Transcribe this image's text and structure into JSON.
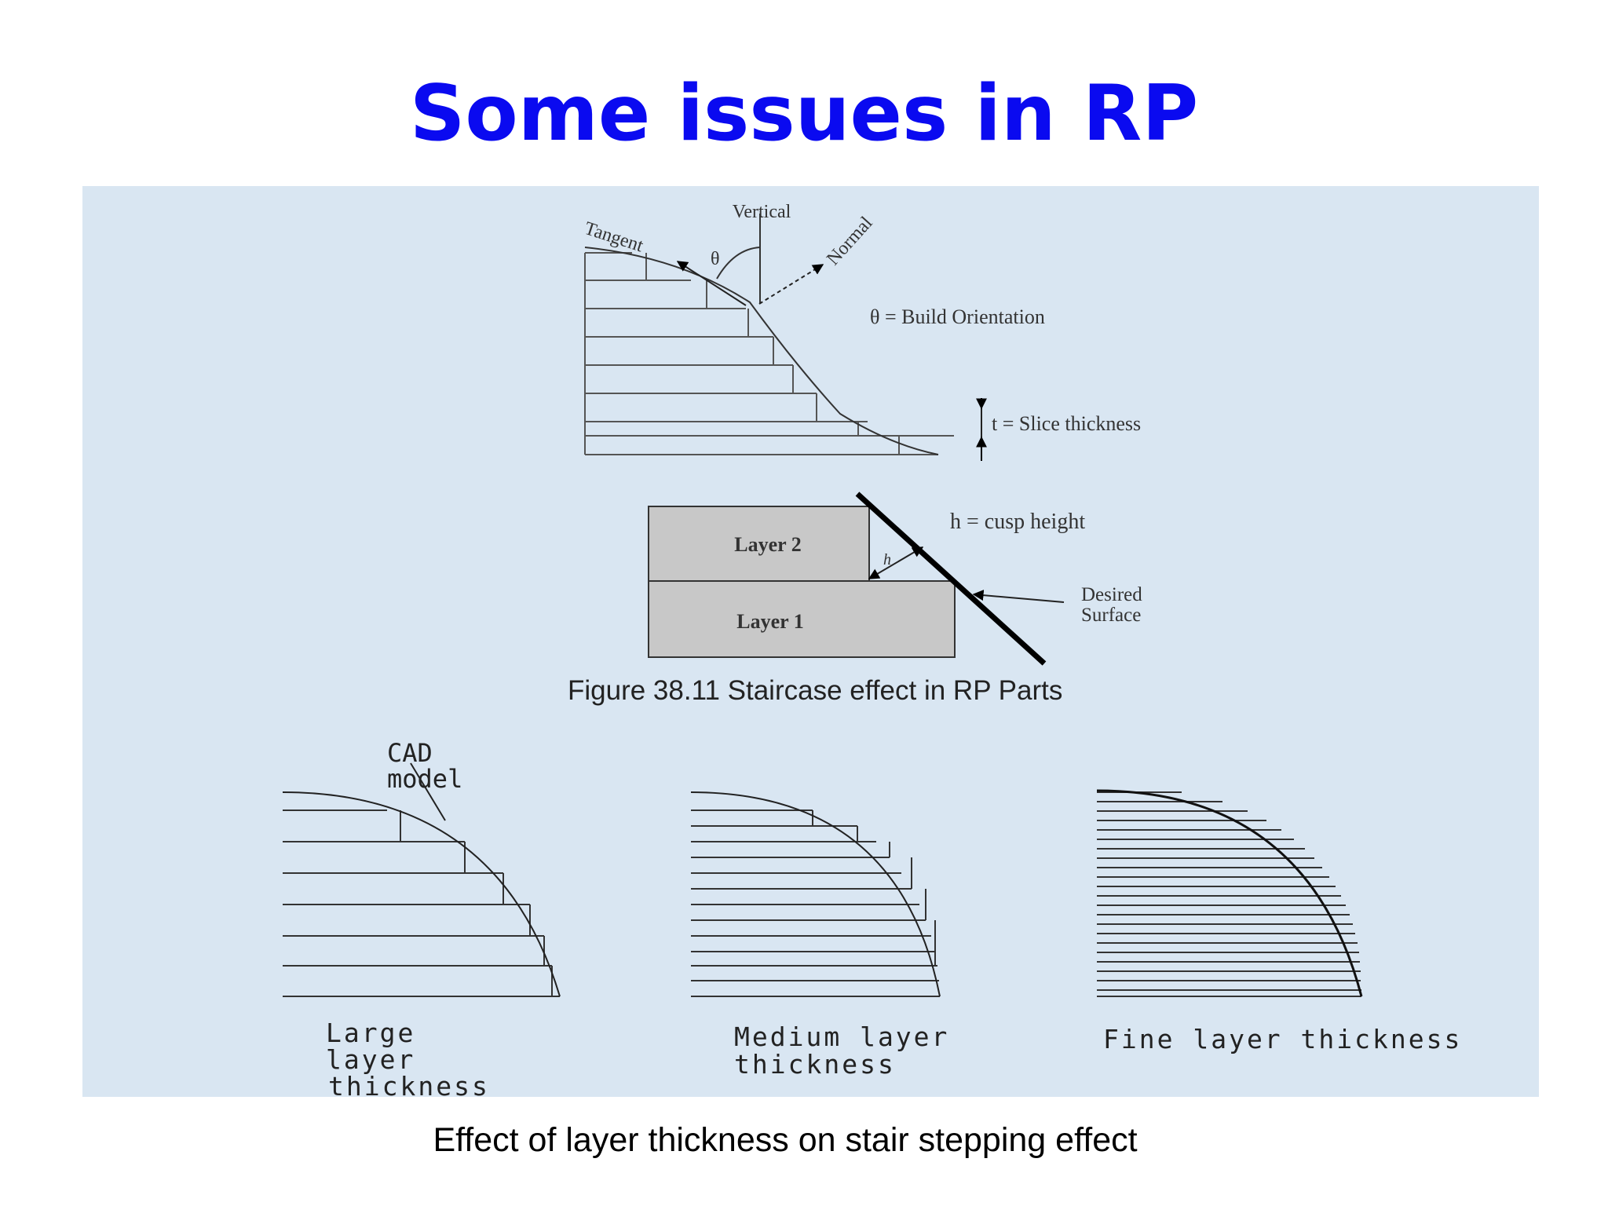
{
  "slide": {
    "title": "Some issues in RP",
    "caption": "Effect of layer thickness on stair stepping effect"
  },
  "figure1": {
    "vertical": "Vertical",
    "tangent": "Tangent",
    "normal": "Normal",
    "theta": "θ",
    "build_orientation": "θ = Build Orientation",
    "slice_thickness": "t = Slice thickness"
  },
  "figure2": {
    "layer2": "Layer 2",
    "layer1": "Layer 1",
    "h": "h",
    "cusp_height": "h = cusp height",
    "desired_line1": "Desired",
    "desired_line2": "Surface",
    "caption": "Figure 38.11 Staircase effect in RP Parts"
  },
  "figure3": {
    "cad_line1": "CAD",
    "cad_line2": "model",
    "large_line1": "Large",
    "large_line2": "layer",
    "large_line3": "thickness",
    "medium_line1": "Medium layer",
    "medium_line2": "thickness",
    "fine": "Fine layer thickness"
  },
  "colors": {
    "title": "#0a0af0",
    "panel": "#d9e6f2",
    "layer_fill": "#c8c8c8"
  }
}
